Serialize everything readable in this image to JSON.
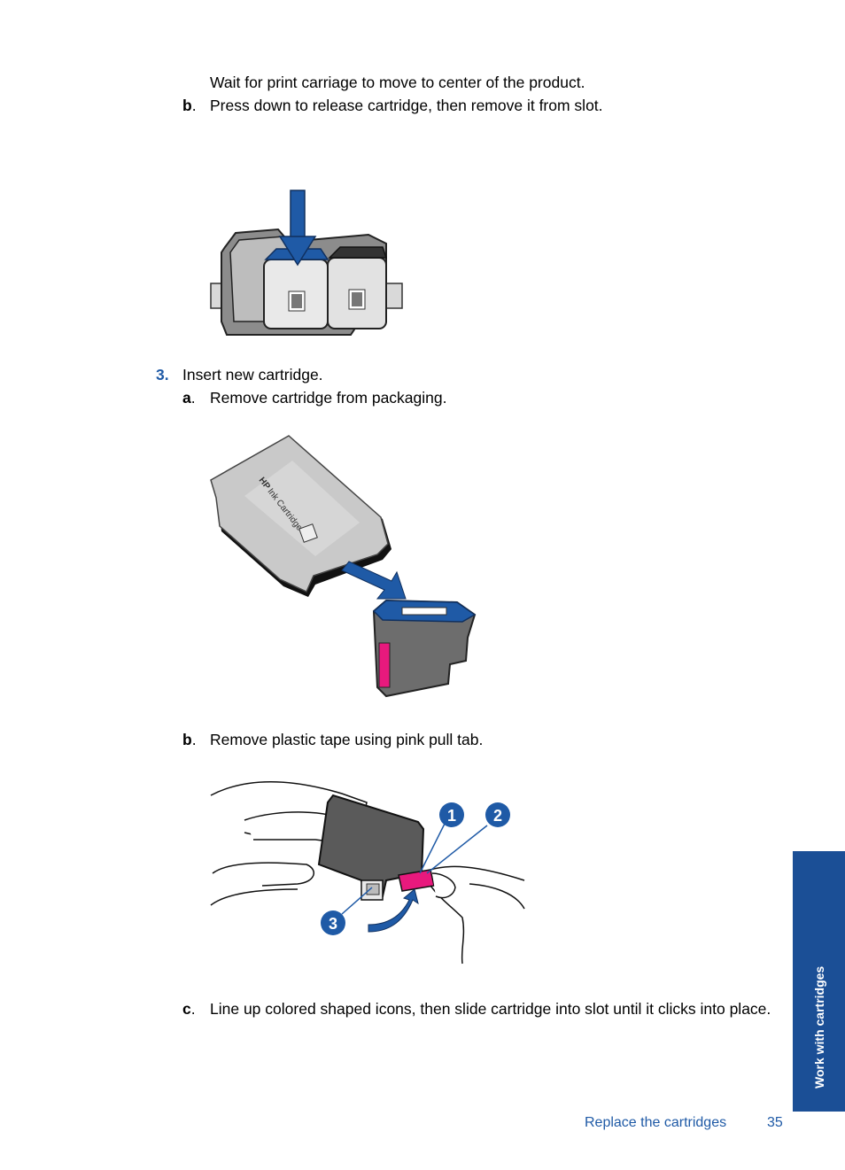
{
  "steps": {
    "wait_text": "Wait for print carriage to move to center of the product.",
    "b1_letter": "b",
    "b1_text": "Press down to release cartridge, then remove it from slot.",
    "step3_num": "3.",
    "step3_text": "Insert new cartridge.",
    "a_letter": "a",
    "a_text": "Remove cartridge from packaging.",
    "b2_letter": "b",
    "b2_text": "Remove plastic tape using pink pull tab.",
    "c_letter": "c",
    "c_text": "Line up colored shaped icons, then slide cartridge into slot until it clicks into place."
  },
  "figures": {
    "package_brand": "HP",
    "package_label": "Ink Cartridge",
    "callouts": [
      "1",
      "2",
      "3"
    ]
  },
  "side_tab": {
    "label": "Work with cartridges"
  },
  "footer": {
    "section": "Replace the cartridges",
    "page": "35"
  },
  "colors": {
    "accent_blue": "#1f5aa6",
    "tab_blue": "#1b4f96",
    "pink": "#e8197d"
  }
}
